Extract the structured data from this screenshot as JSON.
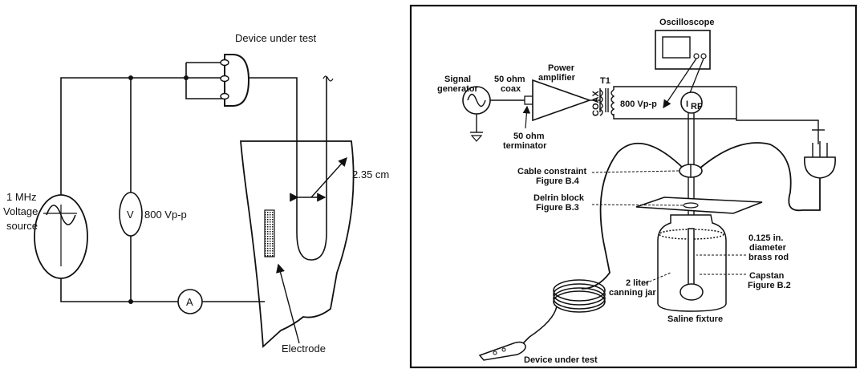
{
  "left_diagram": {
    "device_under_test": "Device under test",
    "distance": "2.35 cm",
    "source_line1": "1 MHz",
    "source_line2": "Voltage",
    "source_line3": "source",
    "voltmeter": "V",
    "voltage": "800 Vp-p",
    "ammeter": "A",
    "electrode": "Electrode"
  },
  "right_diagram": {
    "oscilloscope": "Oscilloscope",
    "signal_generator_1": "Signal",
    "signal_generator_2": "generator",
    "coax_1": "50 ohm",
    "coax_2": "coax",
    "power_amp_1": "Power",
    "power_amp_2": "amplifier",
    "t1": "T1",
    "coax_vertical": "COAX",
    "voltage": "800 Vp-p",
    "i_rf_main": "I",
    "i_rf_sub": "RF",
    "terminator_1": "50 ohm",
    "terminator_2": "terminator",
    "cable_constraint_1": "Cable constraint",
    "cable_constraint_2": "Figure B.4",
    "delrin_1": "Delrin block",
    "delrin_2": "Figure B.3",
    "rod_1": "0.125 in.",
    "rod_2": "diameter",
    "rod_3": "brass rod",
    "capstan_1": "Capstan",
    "capstan_2": "Figure B.2",
    "jar_1": "2 liter",
    "jar_2": "canning jar",
    "saline": "Saline fixture",
    "device": "Device under test"
  }
}
